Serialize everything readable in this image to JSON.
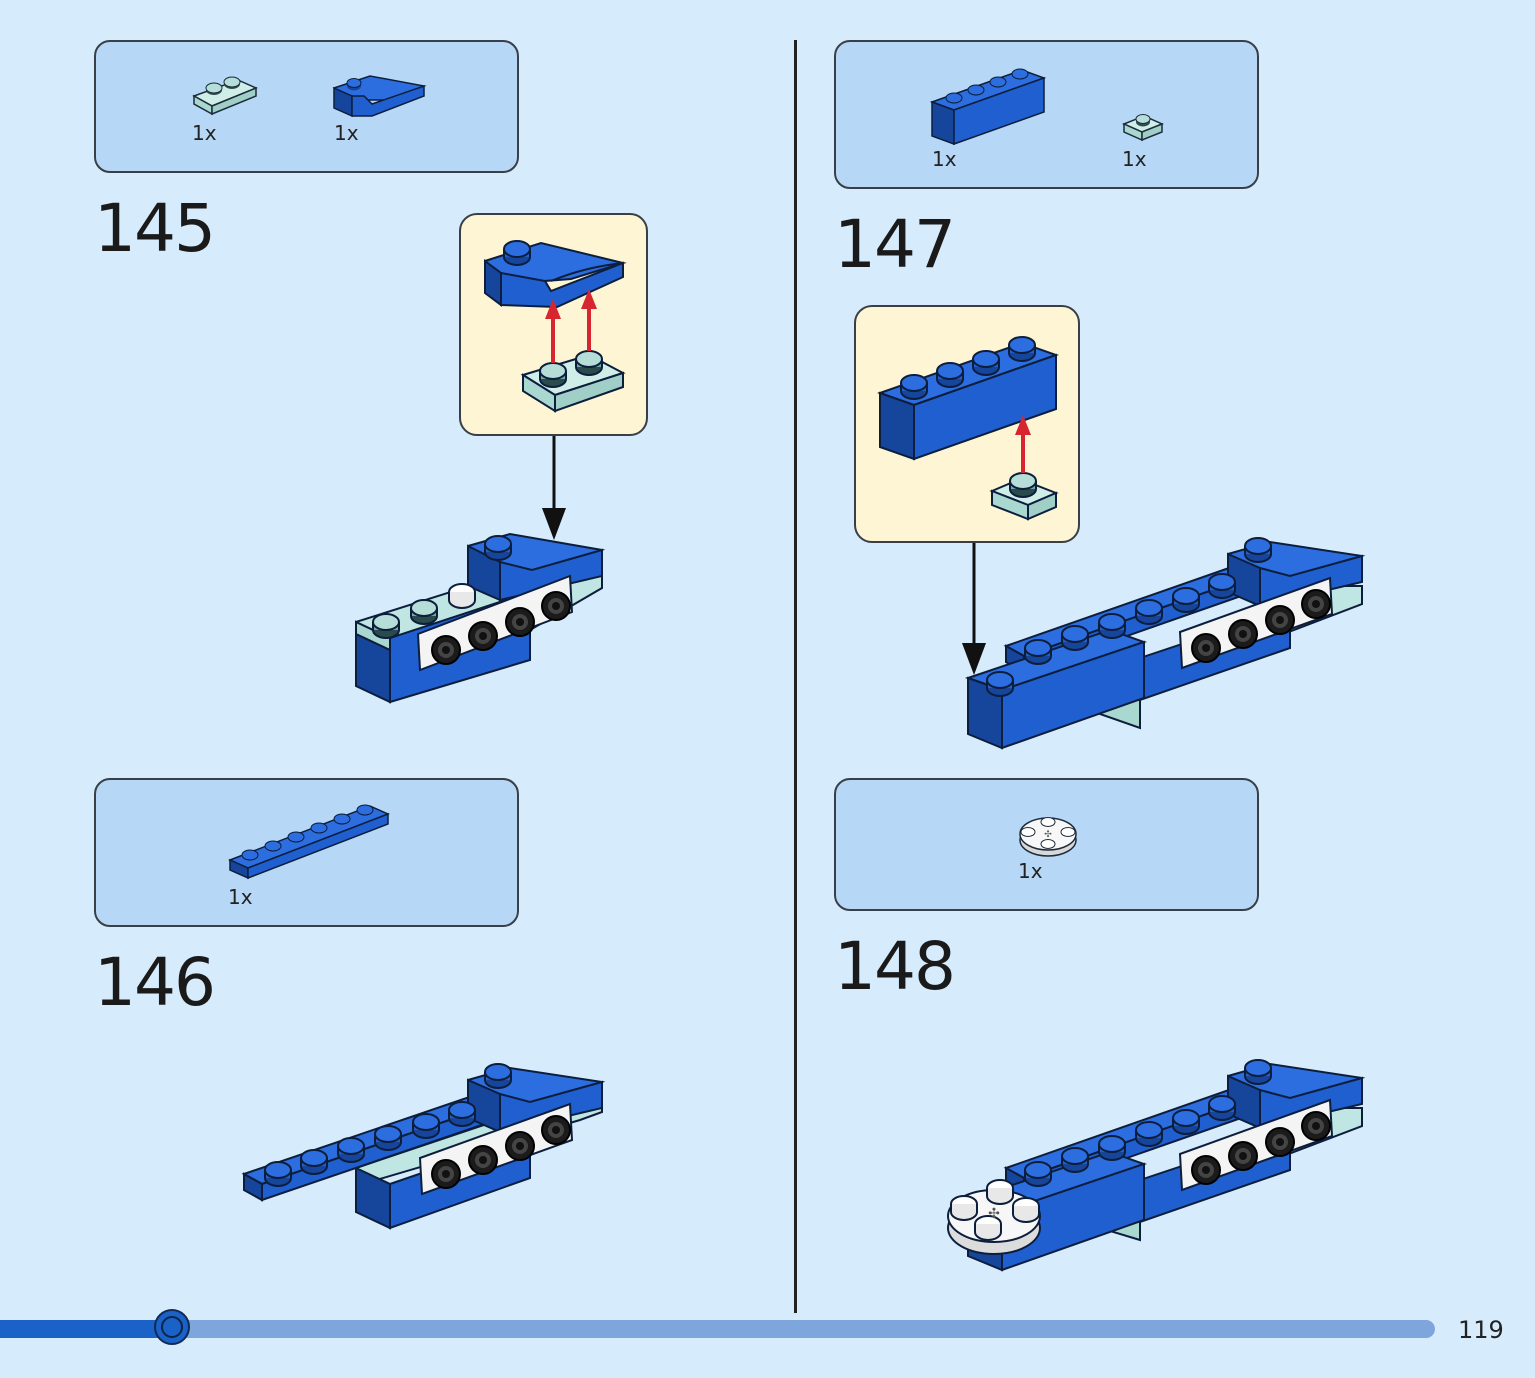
{
  "page": {
    "number": "119",
    "progress": 0.12
  },
  "steps": [
    {
      "number": "145",
      "parts": [
        {
          "qty": "1x",
          "icon": "trans-light-blue-plate-1x2-icon"
        },
        {
          "qty": "1x",
          "icon": "blue-curved-slope-icon"
        }
      ]
    },
    {
      "number": "146",
      "parts": [
        {
          "qty": "1x",
          "icon": "blue-plate-1x6-icon"
        }
      ]
    },
    {
      "number": "147",
      "parts": [
        {
          "qty": "1x",
          "icon": "blue-brick-1x4-icon"
        },
        {
          "qty": "1x",
          "icon": "trans-light-blue-plate-1x1-icon"
        }
      ]
    },
    {
      "number": "148",
      "parts": [
        {
          "qty": "1x",
          "icon": "white-round-plate-icon"
        }
      ]
    }
  ],
  "colors": {
    "background": "#d6ebfb",
    "parts_box": "#b6d8f6",
    "callout": "#fdf5d3",
    "brick_blue": "#1f5fcf",
    "arrow_red": "#d7262f",
    "progress_fill": "#1a62c7",
    "progress_track": "#7fa6dc"
  }
}
